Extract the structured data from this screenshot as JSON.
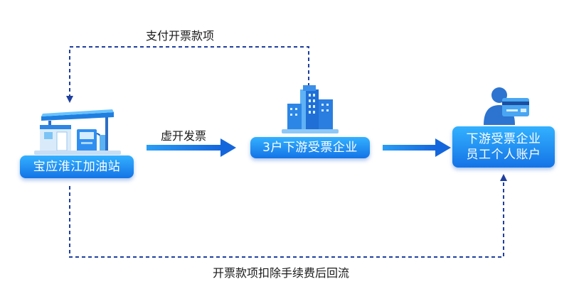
{
  "nodes": {
    "gas_station": "宝应淮江加油站",
    "enterprise": "3户下游受票企业",
    "account_line1": "下游受票企业",
    "account_line2": "员工个人账户"
  },
  "edges": {
    "top": "支付开票款项",
    "middle": "虚开发票",
    "bottom": "开票款项扣除手续费后回流"
  },
  "icons": {
    "gas_station": "gas-station-icon",
    "enterprise": "office-building-icon",
    "account": "person-with-bank-card-icon"
  },
  "colors": {
    "box_top": "#33b1ff",
    "box_bottom": "#1473e6",
    "dashed_line": "#1f3f9f",
    "arrow": "#1a8fe8"
  }
}
